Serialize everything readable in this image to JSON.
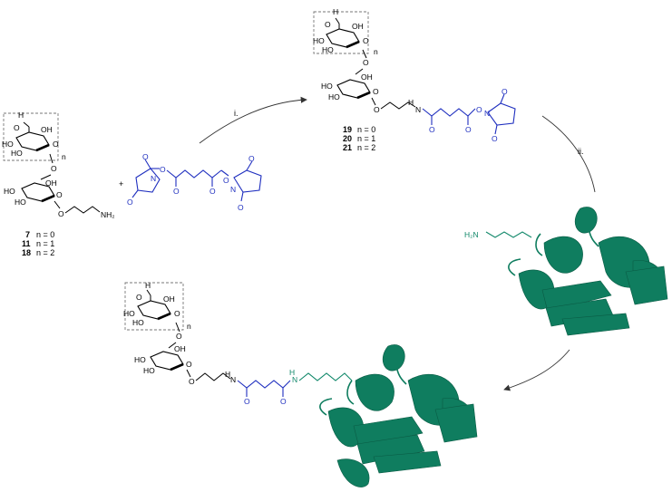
{
  "scheme": {
    "steps": [
      "i.",
      "ii."
    ],
    "plus": "+",
    "n_label": "n",
    "atoms": {
      "H": "H",
      "O": "O",
      "OH": "OH",
      "HO": "HO",
      "N": "N",
      "NH2": "NH₂",
      "H2N": "H₂N",
      "NH": "H"
    },
    "starting_compounds": [
      {
        "num": "7",
        "cond": "n = 0"
      },
      {
        "num": "11",
        "cond": "n = 1"
      },
      {
        "num": "18",
        "cond": "n = 2"
      }
    ],
    "activated_compounds": [
      {
        "num": "19",
        "cond": "n = 0"
      },
      {
        "num": "20",
        "cond": "n = 1"
      },
      {
        "num": "21",
        "cond": "n = 2"
      }
    ],
    "colors": {
      "linker": "#1f2fbf",
      "protein": "#0f7d5f",
      "lysine": "#11886a",
      "sugar": "#000000",
      "bracket": "#777777"
    }
  }
}
